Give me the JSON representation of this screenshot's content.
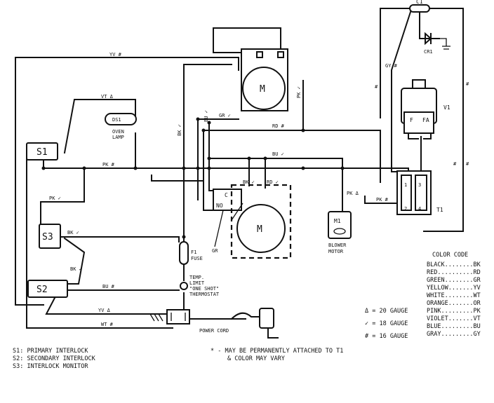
{
  "components": {
    "s1": "S1",
    "s2": "S2",
    "s3": "S3",
    "ds1": "DS1",
    "oven_lamp_1": "OVEN",
    "oven_lamp_2": "LAMP",
    "motor_top": "M",
    "motor_mid": "M",
    "c_top": "C",
    "no_top": "NO",
    "c1": "C1",
    "cr1": "CR1",
    "v1": "V1",
    "f": "F",
    "fa": "FA",
    "t1": "T1",
    "t1_pin1": "1",
    "t1_pin2": "2",
    "t1_pin3": "3",
    "t1_pin4": "4",
    "m1": "M1",
    "blower_1": "BLOWER",
    "blower_2": "MOTOR",
    "f1": "F1",
    "fuse": "FUSE",
    "temp_1": "TEMP.",
    "temp_2": "LIMIT",
    "temp_3": "\"ONE SHOT\"",
    "temp_4": "THERMOSTAT",
    "power_cord": "POWER CORD"
  },
  "wires": {
    "yv_top": "YV #",
    "vt_delta": "VT Δ",
    "bu_top": "BU ✓",
    "bk_left": "BK ✓",
    "gr": "GR ✓",
    "pk_top": "PK ✓",
    "rd": "RD #",
    "bu_mid": "BU ✓",
    "pk_main": "PK #",
    "bk_mid": "BK ✓",
    "rd_mid": "RD ✓",
    "pk_blower": "PK Δ",
    "pk_t1": "PK #",
    "pk_s3": "PK ✓",
    "bk_s3": "BK ✓",
    "bk_vert": "BK ✓",
    "bu_s2": "BU #",
    "yv_bottom": "YV Δ",
    "wt_bottom": "WT #",
    "gr_bottom": "GR",
    "gy": "GY #",
    "hash_left": "#",
    "hash_right": "#",
    "hash_right2": "#",
    "hash_small": "#"
  },
  "color_code": {
    "title": "COLOR CODE",
    "rows": [
      "BLACK........BK",
      "RED..........RD",
      "GREEN........GR",
      "YELLOW.......YV",
      "WHITE........WT",
      "ORANGE.......OR",
      "PINK.........PK",
      "VIOLET.......VT",
      "BLUE.........BU",
      "GRAY.........GY"
    ]
  },
  "gauge": [
    "Δ = 20 GAUGE",
    "✓ = 18 GAUGE",
    "# = 16 GAUGE"
  ],
  "notes": {
    "s1": "S1: PRIMARY INTERLOCK",
    "s2": "S2: SECONDARY INTERLOCK",
    "s3": "S3: INTERLOCK MONITOR",
    "attach_1": "* - MAY BE PERMANENTLY ATTACHED TO T1",
    "attach_2": "& COLOR MAY VARY"
  }
}
